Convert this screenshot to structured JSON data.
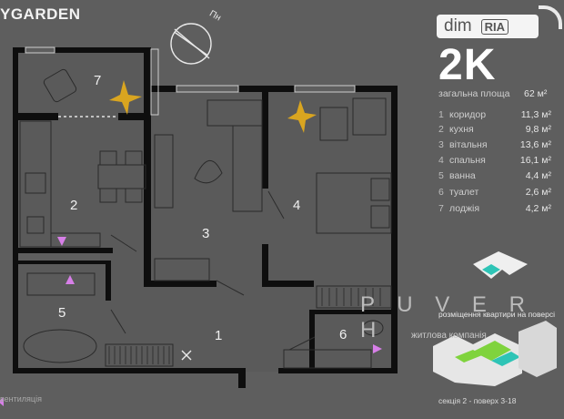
{
  "header": {
    "brand": "YGARDEN",
    "apartment_type": "2K"
  },
  "logo": {
    "dim": "dim",
    "ria": "RIA"
  },
  "compass": {
    "label": "Пн"
  },
  "summary": {
    "total_label": "загальна площа",
    "total_value": "62 м²",
    "rooms": [
      {
        "num": "1",
        "name": "коридор",
        "area": "11,3 м²"
      },
      {
        "num": "2",
        "name": "кухня",
        "area": "9,8 м²"
      },
      {
        "num": "3",
        "name": "вітальня",
        "area": "13,6 м²"
      },
      {
        "num": "4",
        "name": "спальня",
        "area": "16,1 м²"
      },
      {
        "num": "5",
        "name": "ванна",
        "area": "4,4 м²"
      },
      {
        "num": "6",
        "name": "туалет",
        "area": "2,6 м²"
      },
      {
        "num": "7",
        "name": "лоджія",
        "area": "4,2 м²"
      }
    ]
  },
  "plan_labels": {
    "r1": "1",
    "r2": "2",
    "r3": "3",
    "r4": "4",
    "r5": "5",
    "r6": "6",
    "r7": "7"
  },
  "footer": {
    "floor_note": "розміщення квартири на поверсі",
    "section_note": "секція 2 - поверх 3-18",
    "ventilation": "вентиляція",
    "developer_name": "P U V E R H",
    "developer_sub": "житлова компанія"
  },
  "colors": {
    "background": "#5e5e5e",
    "wall": "#0d0d0d",
    "room_fill": "#5b5b5b",
    "marker": "#d77fe8",
    "plant": "#d9a520"
  }
}
